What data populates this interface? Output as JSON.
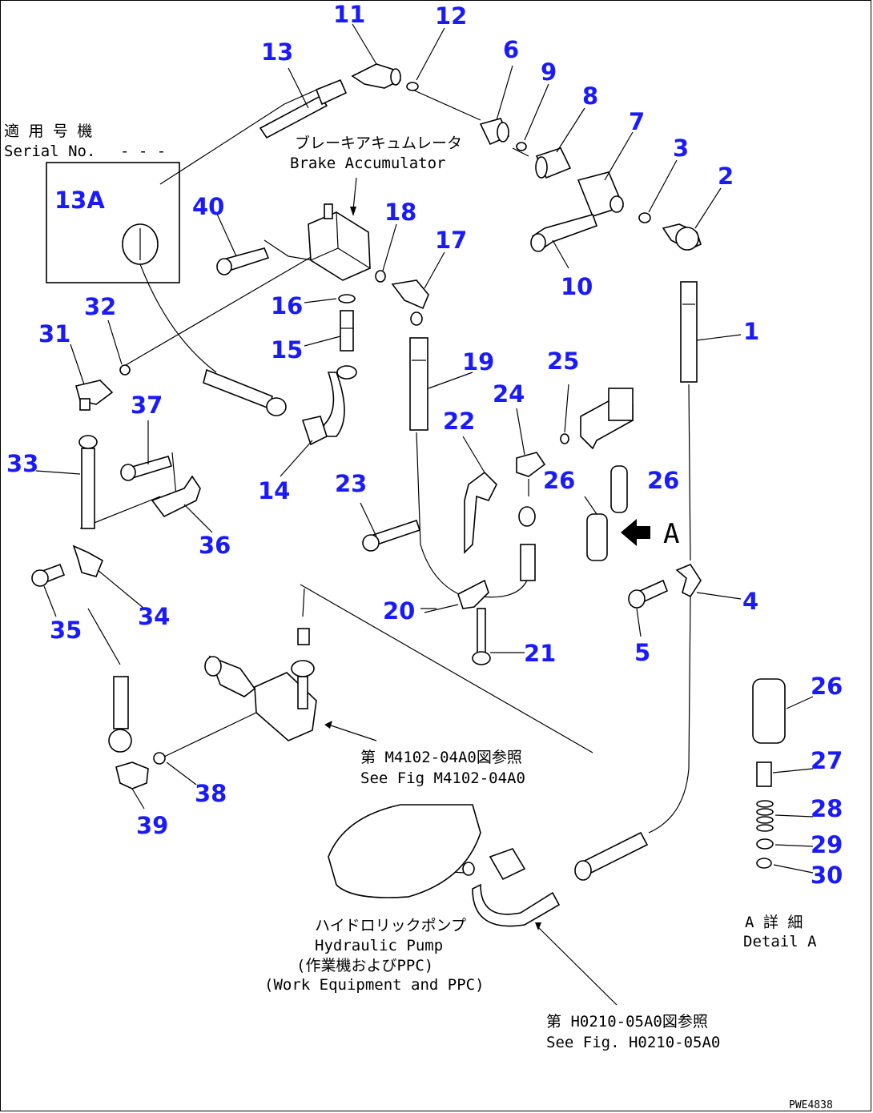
{
  "accent_color": "#1a1aff",
  "callouts": [
    "11",
    "12",
    "13",
    "6",
    "9",
    "8",
    "7",
    "3",
    "2",
    "13A",
    "40",
    "18",
    "17",
    "10",
    "16",
    "15",
    "1",
    "32",
    "31",
    "19",
    "25",
    "24",
    "37",
    "22",
    "26",
    "26",
    "33",
    "36",
    "23",
    "14",
    "35",
    "34",
    "20",
    "21",
    "4",
    "5",
    "26",
    "27",
    "28",
    "38",
    "29",
    "39",
    "30"
  ],
  "labels": {
    "serial_jp": "適 用 号 機",
    "serial_en": "Serial No.",
    "serial_dash": "- - -",
    "brake_jp": "ブレーキアキュムレータ",
    "brake_en": "Brake Accumulator",
    "fig_m_jp": "第 M4102-04A0図参照",
    "fig_m_en": "See Fig M4102-04A0",
    "pump_jp": "ハイドロリックポンプ",
    "pump_en": "Hydraulic Pump",
    "pump_jp2": "(作業機およびPPC)",
    "pump_en2": "(Work Equipment and PPC)",
    "fig_h_jp": "第 H0210-05A0図参照",
    "fig_h_en": "See Fig. H0210-05A0",
    "view_a": "A",
    "detail_jp": "A 詳 細",
    "detail_en": "Detail A",
    "code": "PWE4838"
  }
}
